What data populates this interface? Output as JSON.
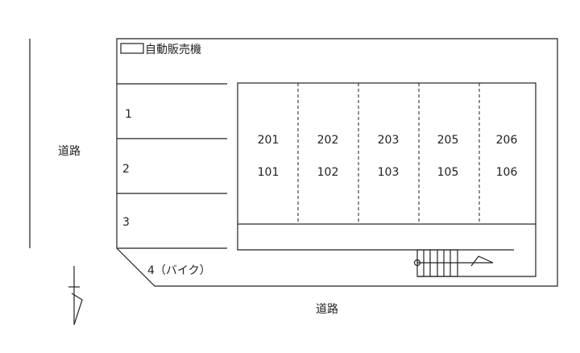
{
  "vending_machine_label": "自動販売機",
  "road_left_label": "道路",
  "road_bottom_label": "道路",
  "parking": [
    "1",
    "2",
    "3",
    "4（バイク）"
  ],
  "units": [
    {
      "upper": "201",
      "lower": "101"
    },
    {
      "upper": "202",
      "lower": "102"
    },
    {
      "upper": "203",
      "lower": "103"
    },
    {
      "upper": "205",
      "lower": "105"
    },
    {
      "upper": "206",
      "lower": "106"
    }
  ]
}
